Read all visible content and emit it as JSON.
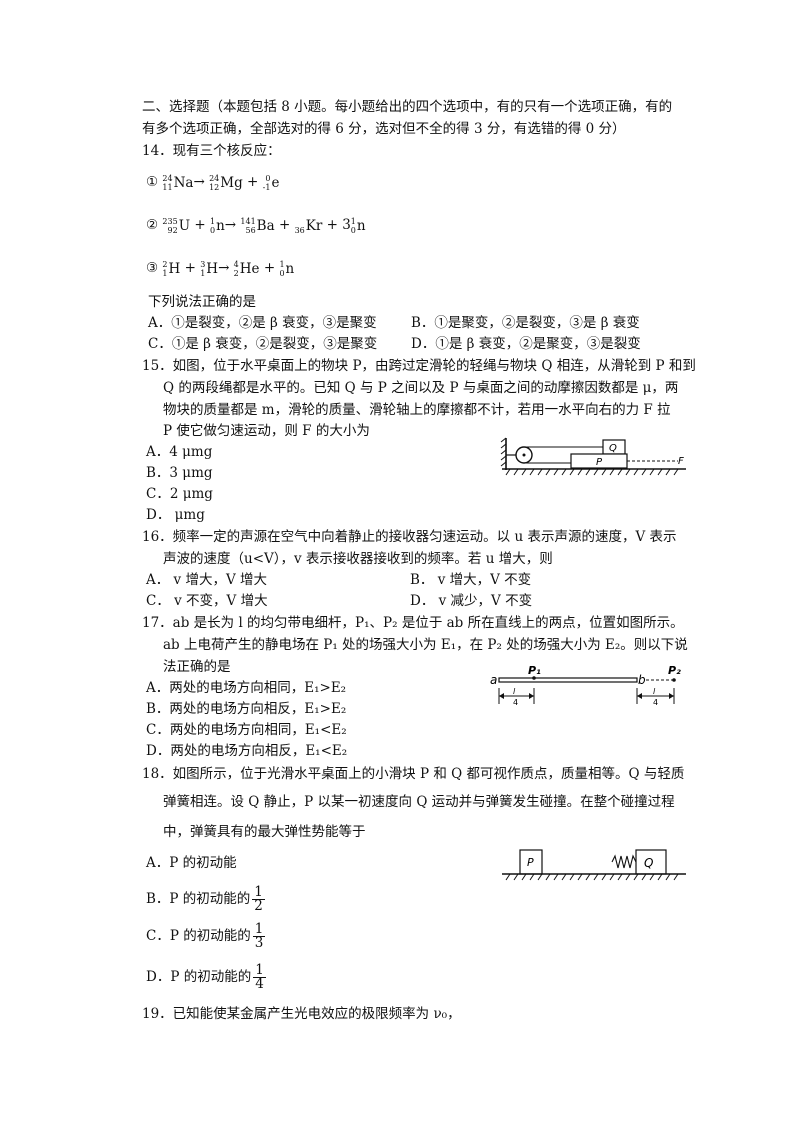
{
  "section": {
    "heading_line1": "二、选择题（本题包括 8 小题。每小题给出的四个选项中，有的只有一个选项正确，有的",
    "heading_line2": "有多个选项正确，全部选对的得 6 分，选对但不全的得 3 分，有选错的得 0 分）"
  },
  "q14": {
    "stem": "14．现有三个核反应：",
    "r1": {
      "mark": "①",
      "a1": "24",
      "z1": "11",
      "s1": "Na",
      "arrow": "→",
      "a2": "24",
      "z2": "12",
      "s2": "Mg",
      "plus": "+",
      "a3": "0",
      "z3": "-1",
      "s3": "e"
    },
    "r2": {
      "mark": "②",
      "a1": "235",
      "z1": "92",
      "s1": "U",
      "plus1": "+",
      "a2": "1",
      "z2": "0",
      "s2": "n",
      "arrow": "→",
      "a3": "141",
      "z3": "56",
      "s3": "Ba",
      "plus2": "+",
      "z4": "36",
      "s4": "Kr",
      "plus3": "+",
      "coef": "3",
      "a5": "1",
      "z5": "0",
      "s5": "n"
    },
    "r3": {
      "mark": "③",
      "a1": "2",
      "z1": "1",
      "s1": "H",
      "plus1": "+",
      "a2": "3",
      "z2": "1",
      "s2": "H",
      "arrow": "→",
      "a3": "4",
      "z3": "2",
      "s3": "He",
      "plus2": "+",
      "a4": "1",
      "z4": "0",
      "s4": "n"
    },
    "prompt": "下列说法正确的是",
    "optA": "A．①是裂变，②是 β 衰变，③是聚变",
    "optB": "B．①是聚变，②是裂变，③是 β 衰变",
    "optC": "C．①是 β 衰变，②是裂变，③是聚变",
    "optD": "D．①是 β 衰变，②是聚变，③是裂变"
  },
  "q15": {
    "l1": "15．如图，位于水平桌面上的物块 P，由跨过定滑轮的轻绳与物块 Q 相连，从滑轮到 P 和到",
    "l2": "Q 的两段绳都是水平的。已知 Q 与 P 之间以及 P 与桌面之间的动摩擦因数都是 μ，两",
    "l3": "物块的质量都是 m，滑轮的质量、滑轮轴上的摩擦都不计，若用一水平向右的力 F 拉",
    "l4": "P 使它做匀速运动，则 F 的大小为",
    "optA": "A．4 μmg",
    "optB": "B．3 μmg",
    "optC": "C．2 μmg",
    "optD": "D． μmg",
    "fig": {
      "q": "Q",
      "p": "P",
      "f": "F"
    }
  },
  "q16": {
    "l1": "16．频率一定的声源在空气中向着静止的接收器匀速运动。以 u 表示声源的速度，V 表示",
    "l2": "声波的速度（u<V），v 表示接收器接收到的频率。若 u 增大，则",
    "optA": "A． v 增大，V 增大",
    "optB": "B． v 增大，V 不变",
    "optC": "C． v 不变，V 增大",
    "optD": "D． v 减少，V 不变"
  },
  "q17": {
    "l1": "17．ab 是长为 l 的均匀带电细杆，P₁、P₂ 是位于 ab 所在直线上的两点，位置如图所示。",
    "l2": "ab 上电荷产生的静电场在 P₁ 处的场强大小为 E₁，在 P₂ 处的场强大小为 E₂。则以下说",
    "l3": "法正确的是",
    "optA": "A．两处的电场方向相同，E₁>E₂",
    "optB": "B．两处的电场方向相反，E₁>E₂",
    "optC": "C．两处的电场方向相同，E₁<E₂",
    "optD": "D．两处的电场方向相反，E₁<E₂",
    "fig": {
      "a": "a",
      "b": "b",
      "p1": "P₁",
      "p2": "P₂",
      "frac_n": "l",
      "frac_d": "4"
    }
  },
  "q18": {
    "l1": "18．如图所示，位于光滑水平桌面上的小滑块 P 和 Q 都可视作质点，质量相等。Q 与轻质",
    "l2": "弹簧相连。设 Q 静止，P 以某一初速度向 Q 运动并与弹簧发生碰撞。在整个碰撞过程",
    "l3": "中，弹簧具有的最大弹性势能等于",
    "optA": "A．P 的初动能",
    "optB_pre": "B．P 的初动能的",
    "optC_pre": "C．P 的初动能的",
    "optD_pre": "D．P 的初动能的",
    "fracB": {
      "n": "1",
      "d": "2"
    },
    "fracC": {
      "n": "1",
      "d": "3"
    },
    "fracD": {
      "n": "1",
      "d": "4"
    },
    "fig": {
      "p": "P",
      "q": "Q"
    }
  },
  "q19": {
    "l1": "19．已知能使某金属产生光电效应的极限频率为 ν₀，"
  }
}
